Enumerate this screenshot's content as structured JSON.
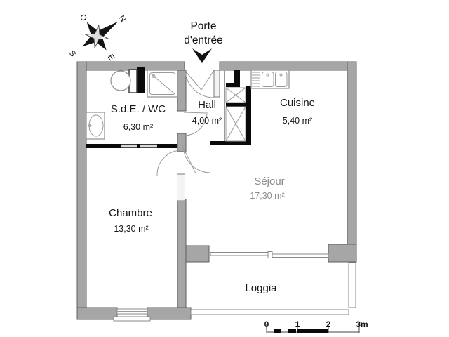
{
  "entrance": {
    "label_line1": "Porte",
    "label_line2": "d'entrée"
  },
  "compass": {
    "north": "N",
    "south": "S",
    "east": "E",
    "west": "O"
  },
  "rooms": {
    "sde": {
      "name": "S.d.E. / WC",
      "area": "6,30 m²"
    },
    "hall": {
      "name": "Hall",
      "area": "4,00 m²"
    },
    "cuisine": {
      "name": "Cuisine",
      "area": "5,40 m²"
    },
    "sejour": {
      "name": "Séjour",
      "area": "17,30 m²"
    },
    "chambre": {
      "name": "Chambre",
      "area": "13,30 m²"
    },
    "loggia": {
      "name": "Loggia"
    }
  },
  "scale_bar": {
    "labels": [
      "0",
      "1",
      "2",
      "3m"
    ]
  },
  "colors": {
    "wall_fill": "#a6a6a6",
    "wall_stroke": "#5e5e5e",
    "partition": "#0a0a0a",
    "fixture_line": "#8f8f8f",
    "faded_label": "#8c8c8c",
    "text": "#161616"
  }
}
